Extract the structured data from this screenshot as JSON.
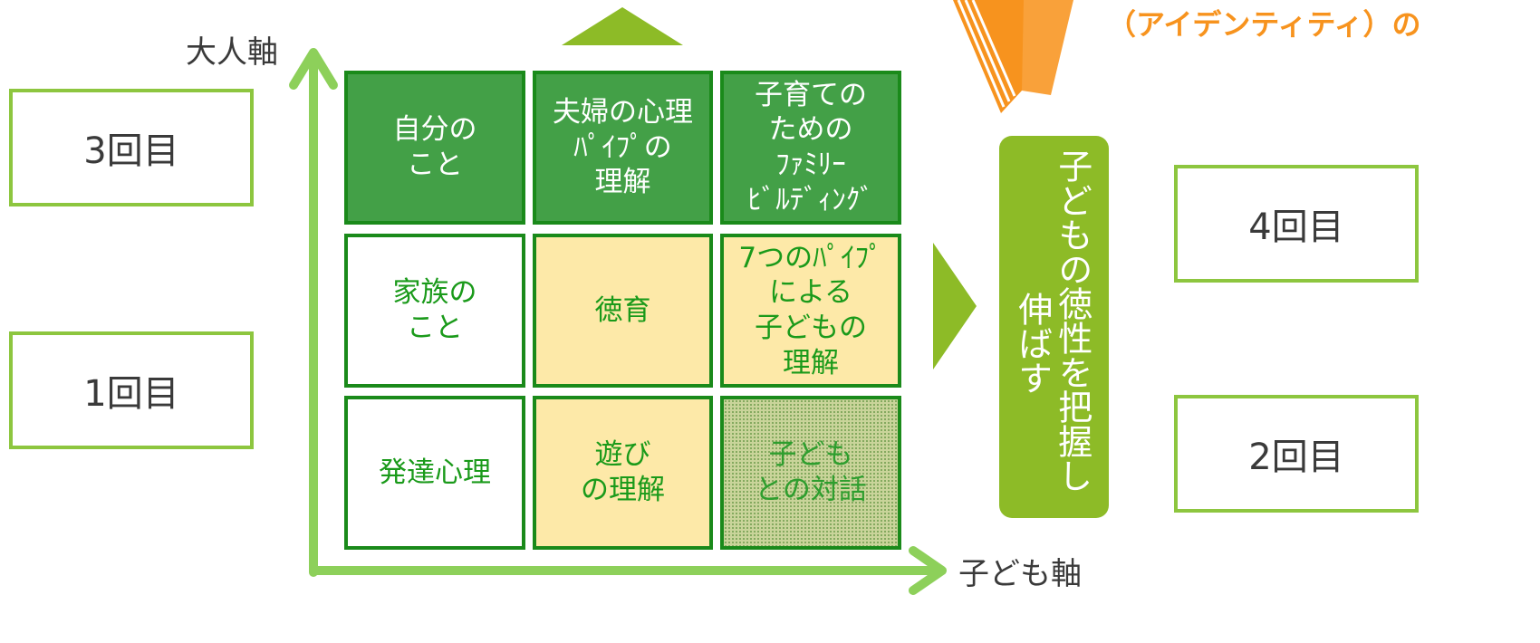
{
  "sessions": {
    "third": "3回目",
    "first": "1回目",
    "fourth": "4回目",
    "second": "2回目"
  },
  "axes": {
    "vertical": "大人軸",
    "horizontal": "子ども軸"
  },
  "grid": {
    "r1c1": "自分の\nこと",
    "r1c2": "夫婦の心理\nﾊﾟｲﾌﾟの\n理解",
    "r1c3": "子育ての\nための\nﾌｧﾐﾘｰ\nﾋﾞﾙﾃﾞｨﾝｸﾞ",
    "r2c1": "家族の\nこと",
    "r2c2": "徳育",
    "r2c3": "7つのﾊﾟｲﾌﾟ\nによる\n子どもの\n理解",
    "r3c1": "発達心理",
    "r3c2": "遊び\nの理解",
    "r3c3": "子ども\nとの対話"
  },
  "goal": {
    "line1": "子どもの徳性を把握し",
    "line2": "伸ばす"
  },
  "header_fragment": "（アイデンティティ）の",
  "colors": {
    "dark_green": "#43a047",
    "light_green": "#8dc63f",
    "yellow": "#fde9a8",
    "orange": "#f7931e"
  }
}
